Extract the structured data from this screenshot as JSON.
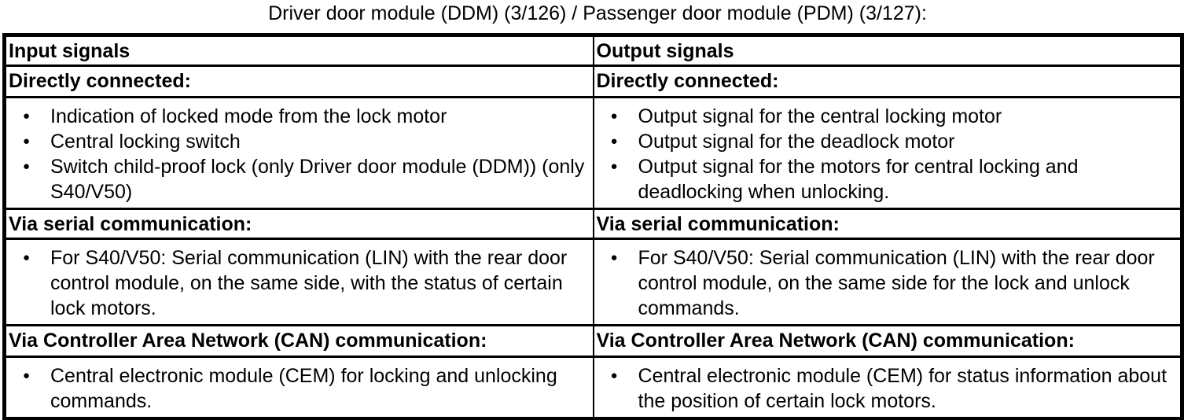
{
  "title": "Driver door module (DDM) (3/126) / Passenger door module (PDM) (3/127):",
  "glyphs": {
    "bullet": "●"
  },
  "table": {
    "columns": [
      {
        "header": "Input signals",
        "sections": [
          {
            "heading": "Directly connected:",
            "items": [
              "Indication of locked mode from the lock motor",
              "Central locking switch",
              "Switch child-proof lock (only Driver door module (DDM)) (only S40/V50)"
            ]
          },
          {
            "heading": "Via serial communication:",
            "items": [
              "For S40/V50: Serial communication (LIN) with the rear door control module, on the same side, with the status of certain lock motors."
            ]
          },
          {
            "heading": "Via Controller Area Network (CAN) communication:",
            "items": [
              "Central electronic module (CEM) for locking and unlocking commands."
            ]
          }
        ]
      },
      {
        "header": "Output signals",
        "sections": [
          {
            "heading": "Directly connected:",
            "items": [
              "Output signal for the central locking motor",
              "Output signal for the deadlock motor",
              "Output signal for the motors for central locking and deadlocking when unlocking."
            ]
          },
          {
            "heading": "Via serial communication:",
            "items": [
              "For S40/V50: Serial communication (LIN) with the rear door control module, on the same side for the lock and unlock commands."
            ]
          },
          {
            "heading": "Via Controller Area Network (CAN) communication:",
            "items": [
              "Central electronic module (CEM) for status information about the position of certain lock motors."
            ]
          }
        ]
      }
    ]
  }
}
